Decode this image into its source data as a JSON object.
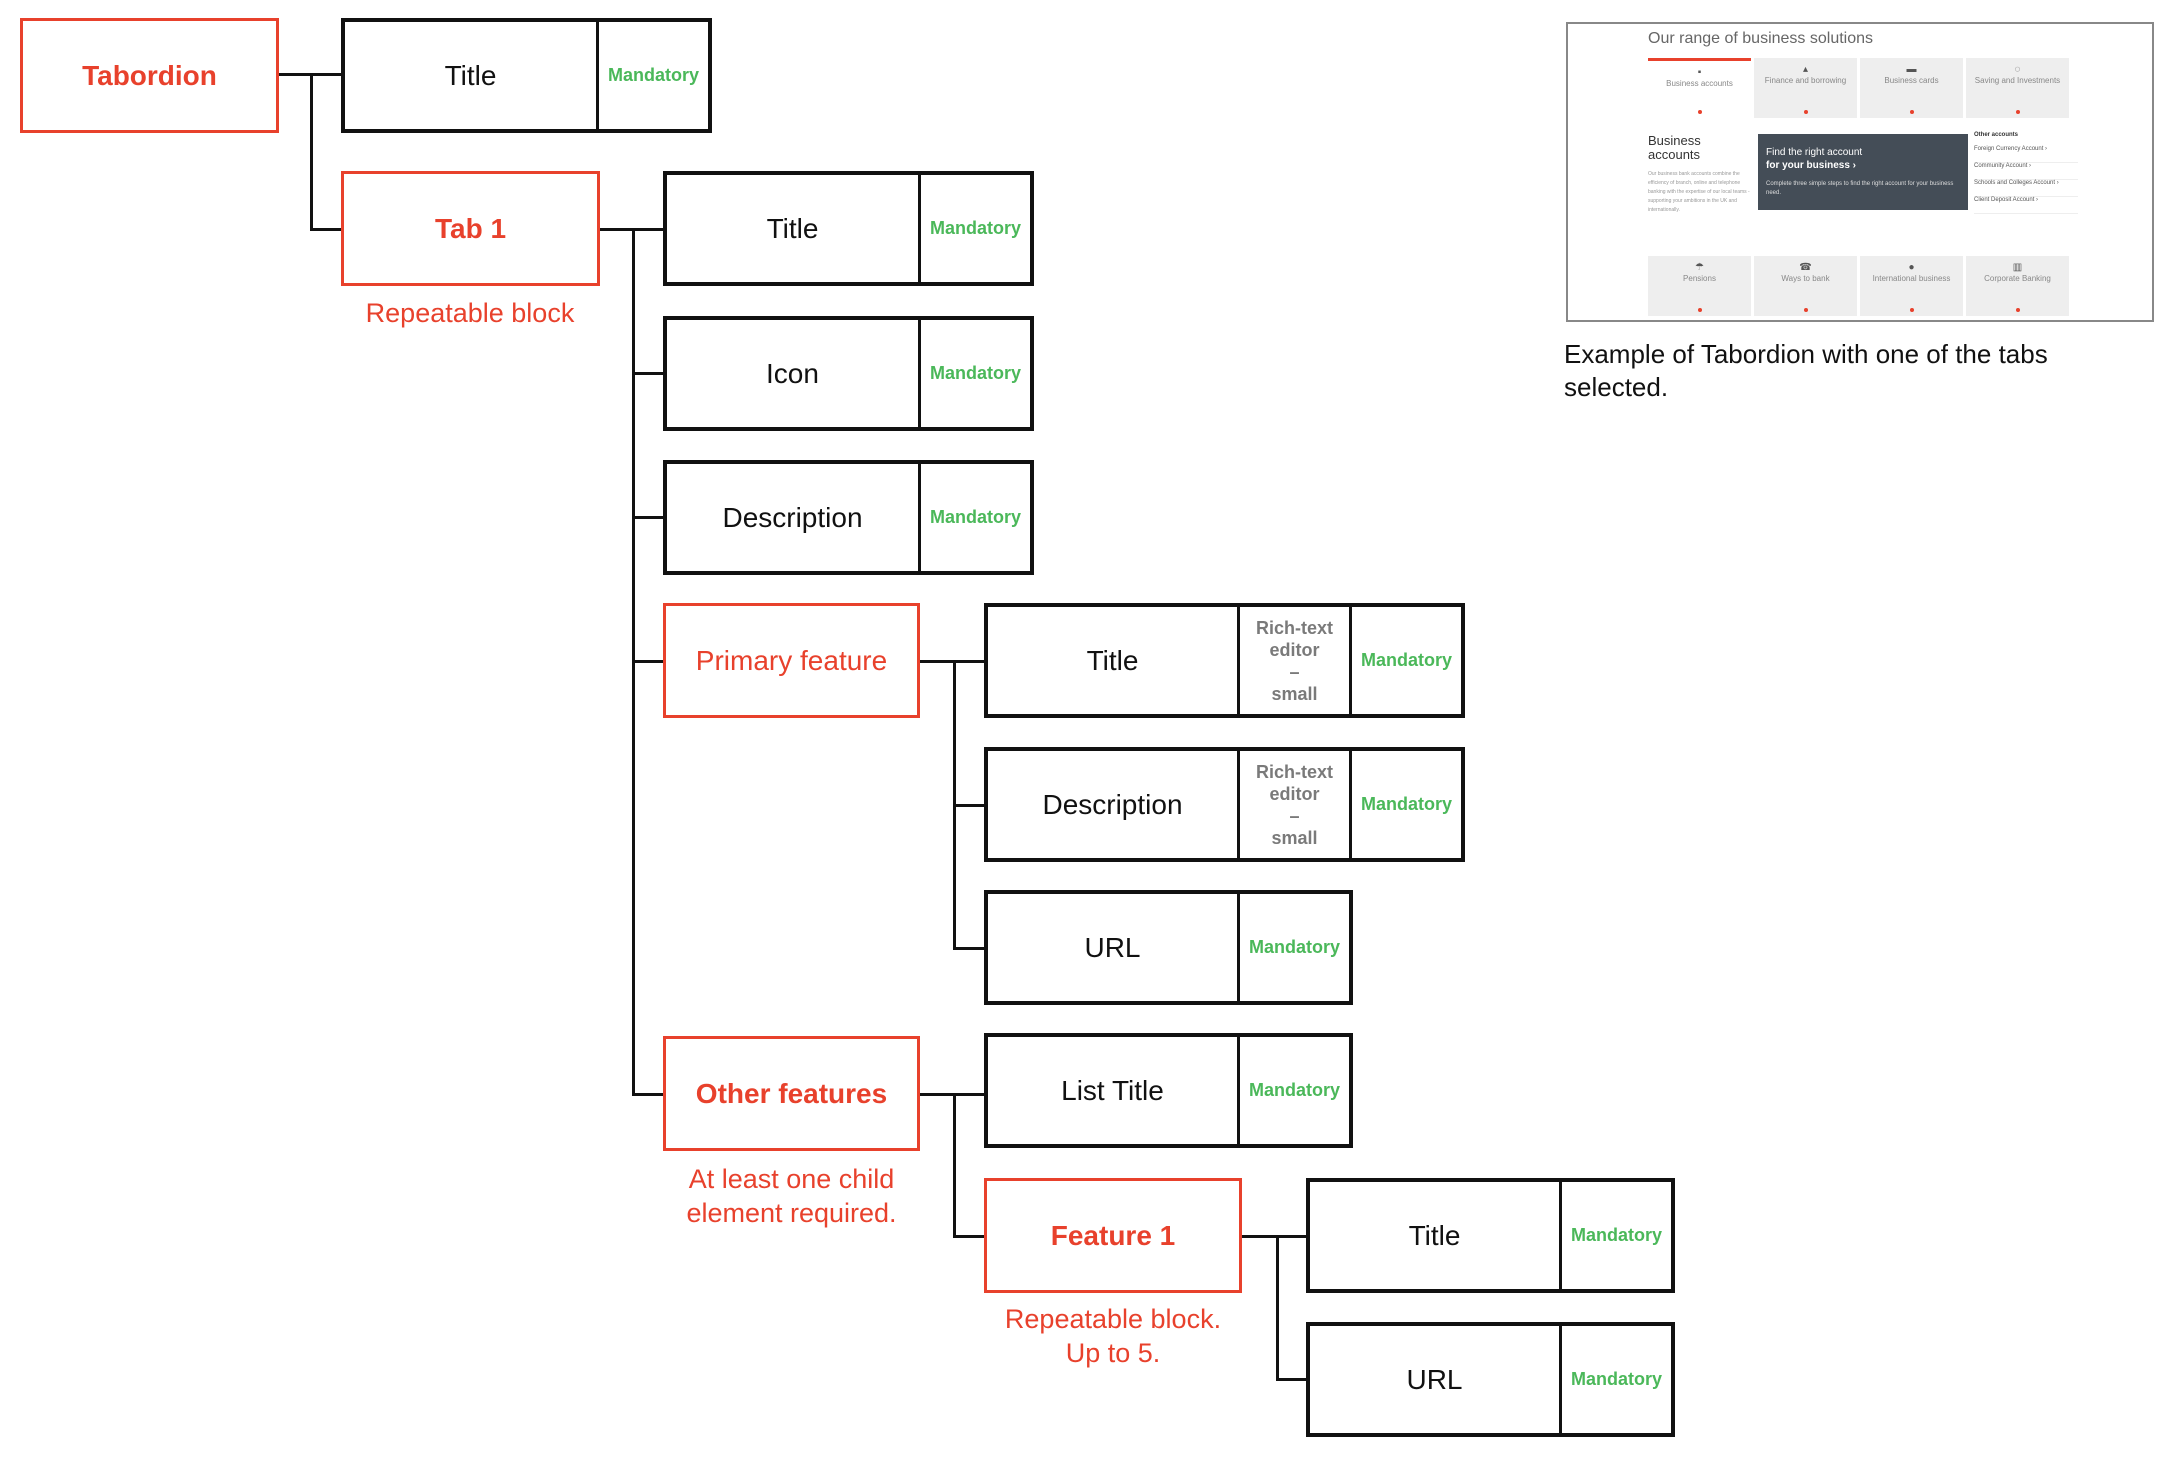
{
  "colors": {
    "accent": "#e8412c",
    "mandatory": "#4bb85a",
    "line": "#111111",
    "muted": "#7a7a7a"
  },
  "root": {
    "label": "Tabordion"
  },
  "root_title": {
    "label": "Title",
    "badge": "Mandatory"
  },
  "tab": {
    "label": "Tab 1",
    "note": "Repeatable block"
  },
  "tab_fields": {
    "title": {
      "label": "Title",
      "badge": "Mandatory"
    },
    "icon": {
      "label": "Icon",
      "badge": "Mandatory"
    },
    "description": {
      "label": "Description",
      "badge": "Mandatory"
    }
  },
  "primary_feature": {
    "label": "Primary feature",
    "title": {
      "label": "Title",
      "editor": [
        "Rich-text",
        "editor",
        "–",
        "small"
      ],
      "badge": "Mandatory"
    },
    "description": {
      "label": "Description",
      "editor": [
        "Rich-text",
        "editor",
        "–",
        "small"
      ],
      "badge": "Mandatory"
    },
    "url": {
      "label": "URL",
      "badge": "Mandatory"
    }
  },
  "other_features": {
    "label": "Other features",
    "note_lines": [
      "At least one child",
      "element required."
    ],
    "list_title": {
      "label": "List Title",
      "badge": "Mandatory"
    }
  },
  "feature": {
    "label": "Feature 1",
    "note_lines": [
      "Repeatable block.",
      "Up to 5."
    ],
    "title": {
      "label": "Title",
      "badge": "Mandatory"
    },
    "url": {
      "label": "URL",
      "badge": "Mandatory"
    }
  },
  "preview": {
    "caption": "Example of Tabordion with one of the tabs selected.",
    "heading": "Our range of business solutions",
    "tabs_top": [
      {
        "icon": "wallet-icon",
        "glyph": "▪",
        "label": "Business accounts"
      },
      {
        "icon": "chart-icon",
        "glyph": "▴",
        "label": "Finance and borrowing"
      },
      {
        "icon": "card-icon",
        "glyph": "▬",
        "label": "Business cards"
      },
      {
        "icon": "piggy-icon",
        "glyph": "◌",
        "label": "Saving and Investments"
      }
    ],
    "panel_title": "Business accounts",
    "panel_desc": "Our business bank accounts combine the efficiency of branch, online and telephone banking with the expertise of our local teams - supporting your ambitions in the UK and internationally.",
    "feature_title_lines": [
      "Find the right account",
      "for your business ›"
    ],
    "feature_desc": "Complete three simple steps to find the right account for your business need.",
    "other_heading": "Other accounts",
    "other_items": [
      "Foreign Currency Account ›",
      "Community Account ›",
      "Schools and Colleges Account ›",
      "Client Deposit Account ›"
    ],
    "tabs_bottom": [
      {
        "icon": "umbrella-icon",
        "glyph": "☂",
        "label": "Pensions"
      },
      {
        "icon": "phone-icon",
        "glyph": "☎",
        "label": "Ways to bank"
      },
      {
        "icon": "globe-icon",
        "glyph": "●",
        "label": "International business"
      },
      {
        "icon": "bank-icon",
        "glyph": "▥",
        "label": "Corporate Banking"
      }
    ]
  }
}
